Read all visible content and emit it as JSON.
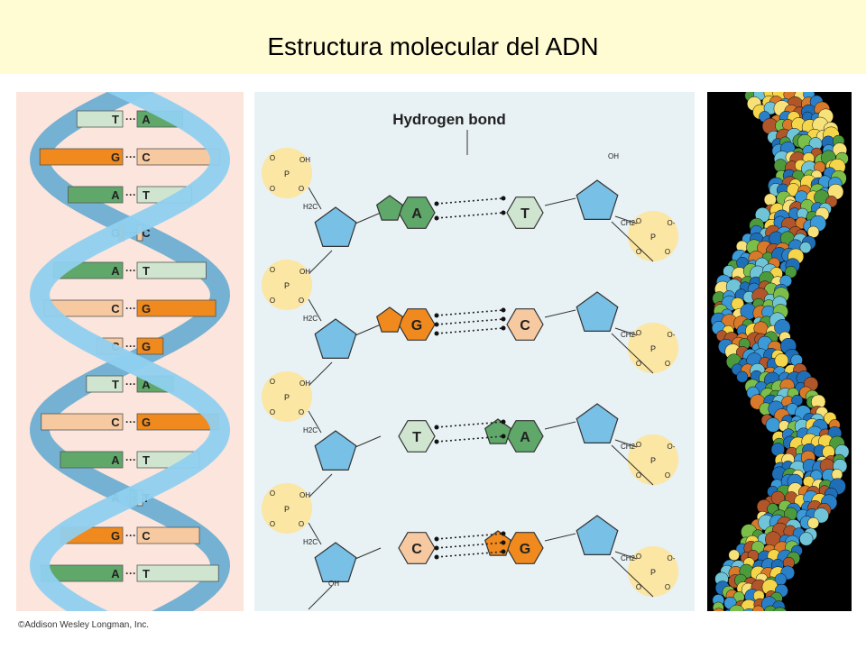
{
  "title": "Estructura molecular del ADN",
  "copyright": "©Addison Wesley Longman, Inc.",
  "ribbon_pairs": [
    {
      "left": "T",
      "right": "A"
    },
    {
      "left": "G",
      "right": "C"
    },
    {
      "left": "A",
      "right": "T"
    },
    {
      "left": "G",
      "right": "C"
    },
    {
      "left": "A",
      "right": "T"
    },
    {
      "left": "C",
      "right": "G"
    },
    {
      "left": "C",
      "right": "G"
    },
    {
      "left": "T",
      "right": "A"
    },
    {
      "left": "C",
      "right": "G"
    },
    {
      "left": "A",
      "right": "T"
    },
    {
      "left": "A",
      "right": "T"
    },
    {
      "left": "G",
      "right": "C"
    },
    {
      "left": "A",
      "right": "T"
    }
  ],
  "chemical": {
    "label": "Hydrogen bond",
    "phosphate_left": [
      "O",
      "O",
      "P",
      "O",
      "OH"
    ],
    "phosphate_right": [
      "O",
      "O",
      "P",
      "O",
      "O-"
    ],
    "sugar_labels": {
      "ch2": "H2C",
      "ch2_right": "CH2",
      "o": "O",
      "oh_top": "OH",
      "oh_bottom": "OH"
    },
    "rows": [
      {
        "left": "A",
        "right": "T"
      },
      {
        "left": "G",
        "right": "C"
      },
      {
        "left": "T",
        "right": "A"
      },
      {
        "left": "C",
        "right": "G"
      }
    ]
  },
  "colors": {
    "A": "#5fa86a",
    "T": "#cfe5cf",
    "G": "#f08a1e",
    "C": "#f7c9a0",
    "backbone": "#7fc6e8",
    "phosphate": "#fde49a"
  }
}
